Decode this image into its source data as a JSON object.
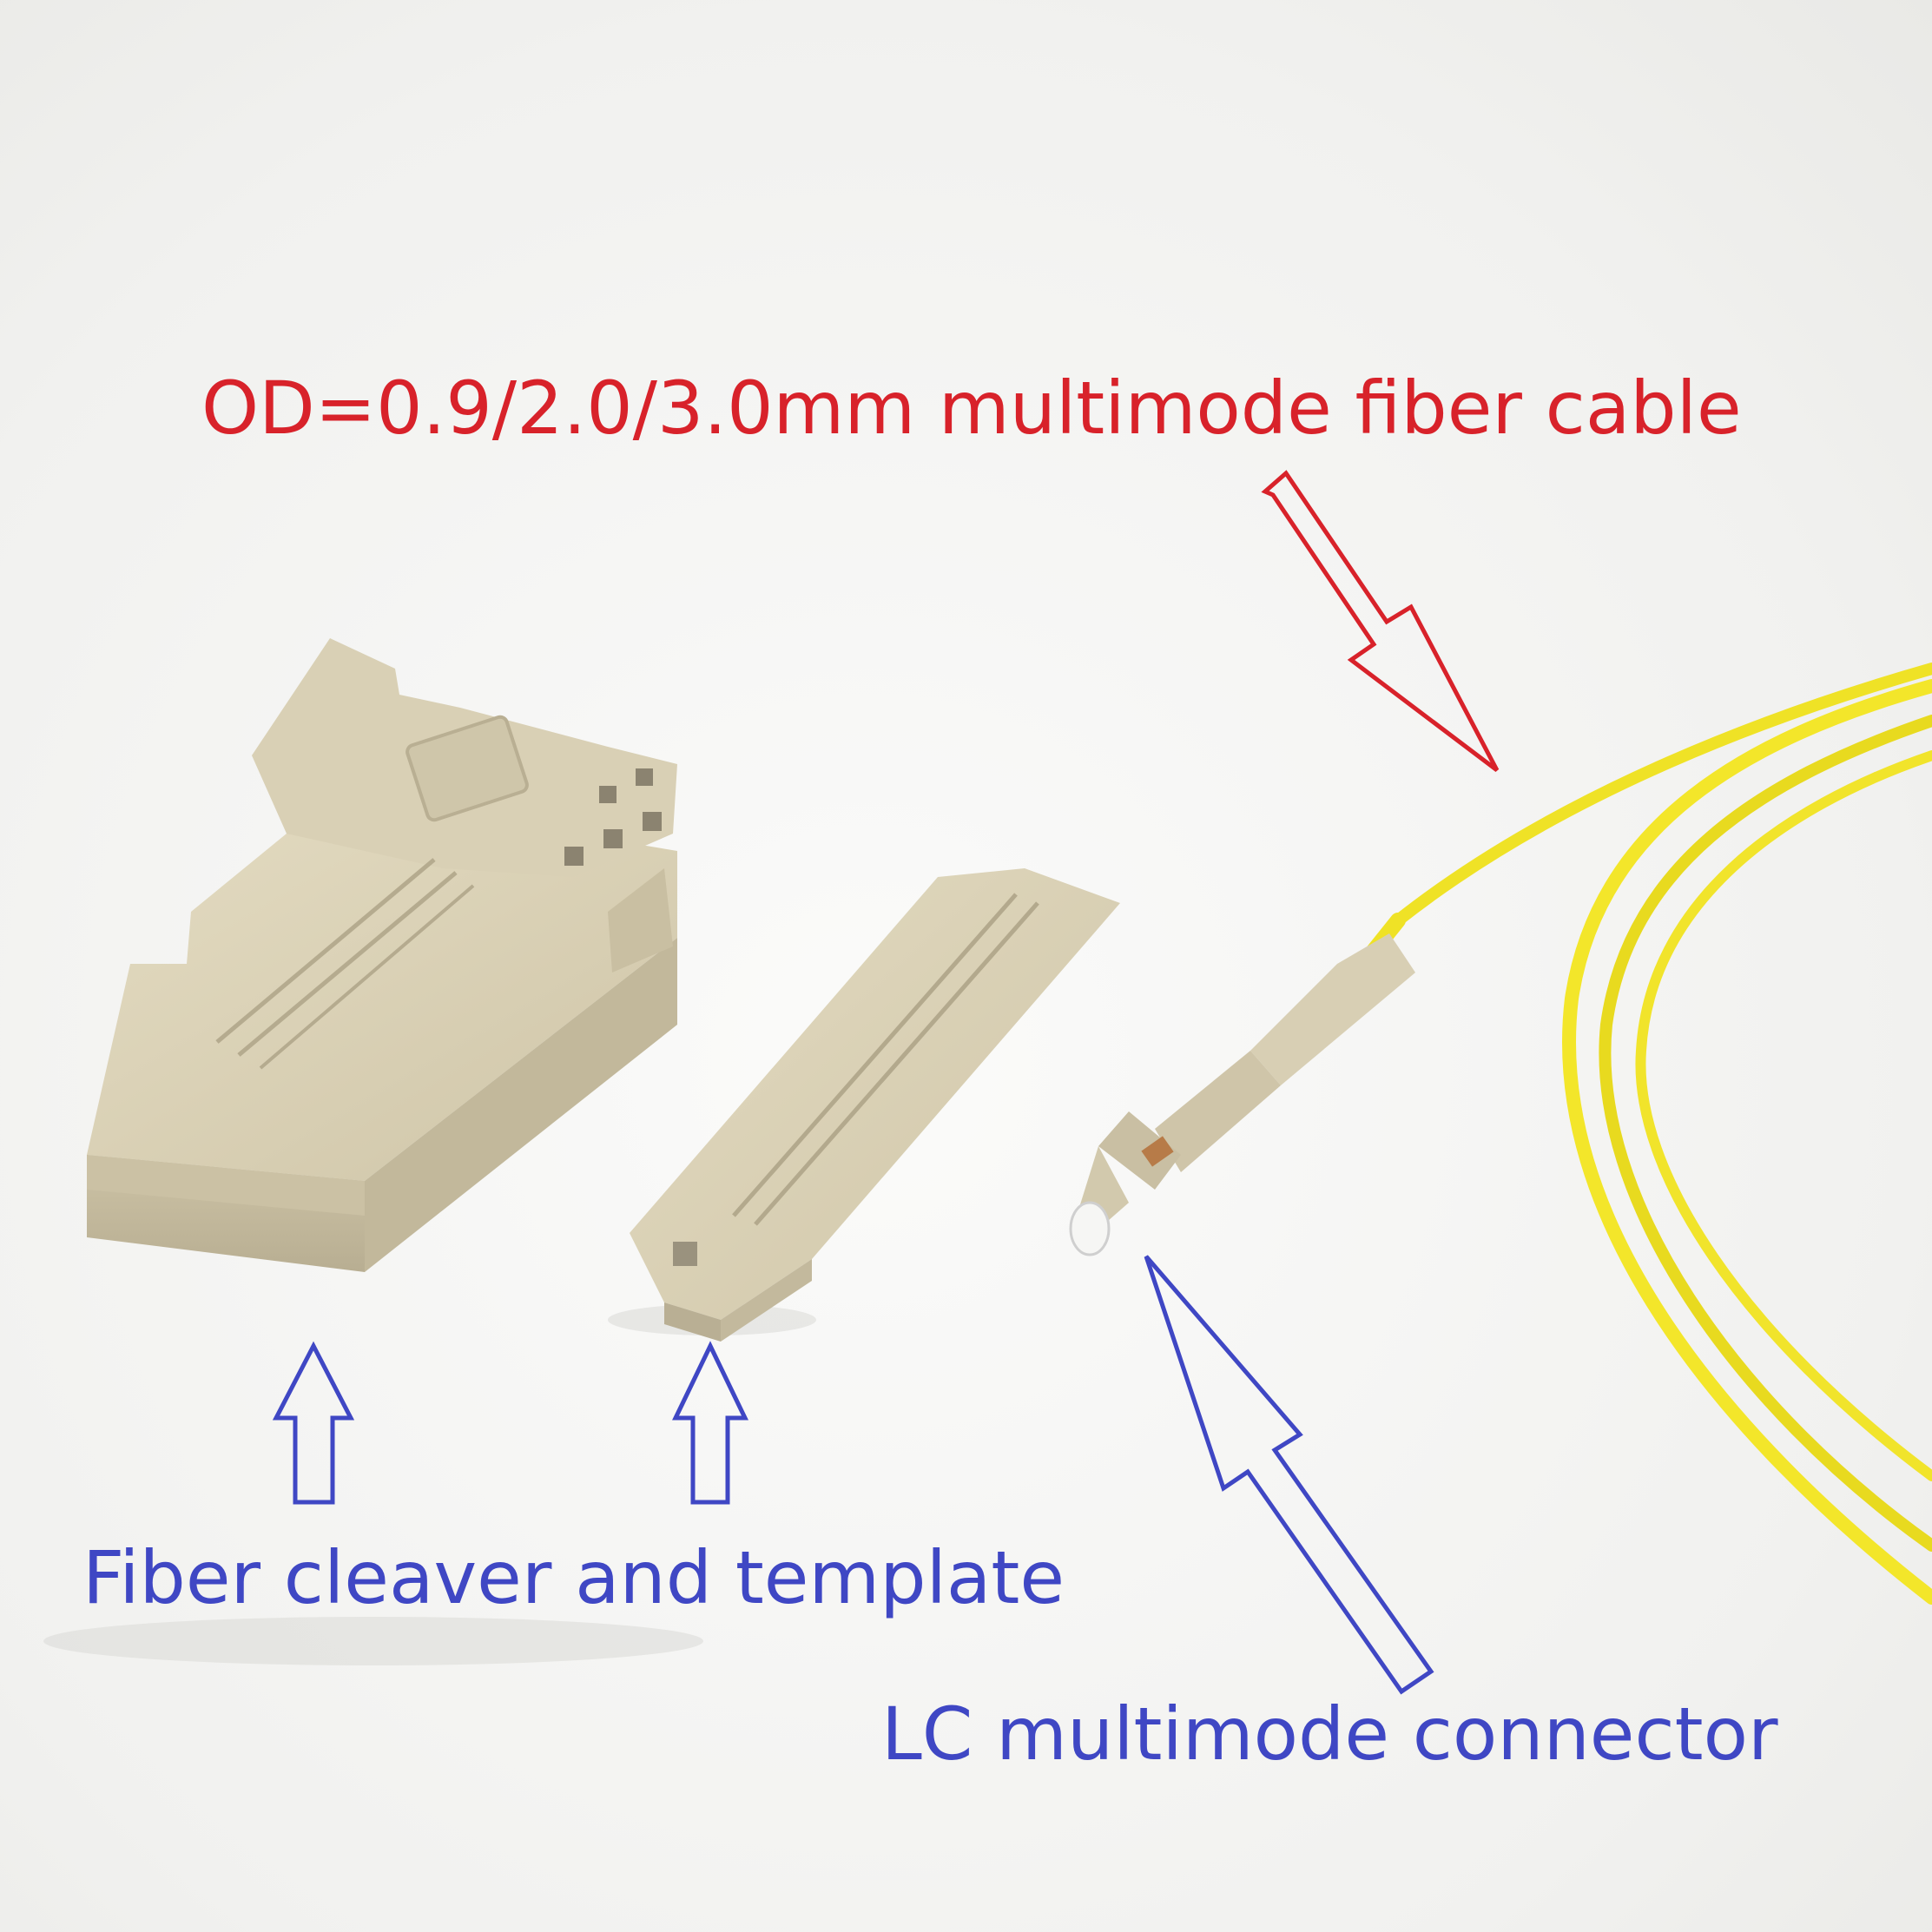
{
  "labels": {
    "cable": "OD=0.9/2.0/3.0mm multimode fiber cable",
    "cleaver": "Fiber cleaver and template",
    "connector": "LC multimode connector"
  },
  "colors": {
    "red_label": "#d8222a",
    "blue_label": "#3f47c4",
    "plastic": "#d8cfb3",
    "plastic_shadow": "#b9af94",
    "cable_yellow": "#f3e62a",
    "background": "#f3f3f1"
  },
  "icons": {
    "cable_arrow": "hollow-arrow-down-right-icon",
    "cleaver_arrow": "hollow-arrow-up-icon",
    "template_arrow": "hollow-arrow-up-icon",
    "connector_arrow": "hollow-arrow-up-left-icon"
  }
}
